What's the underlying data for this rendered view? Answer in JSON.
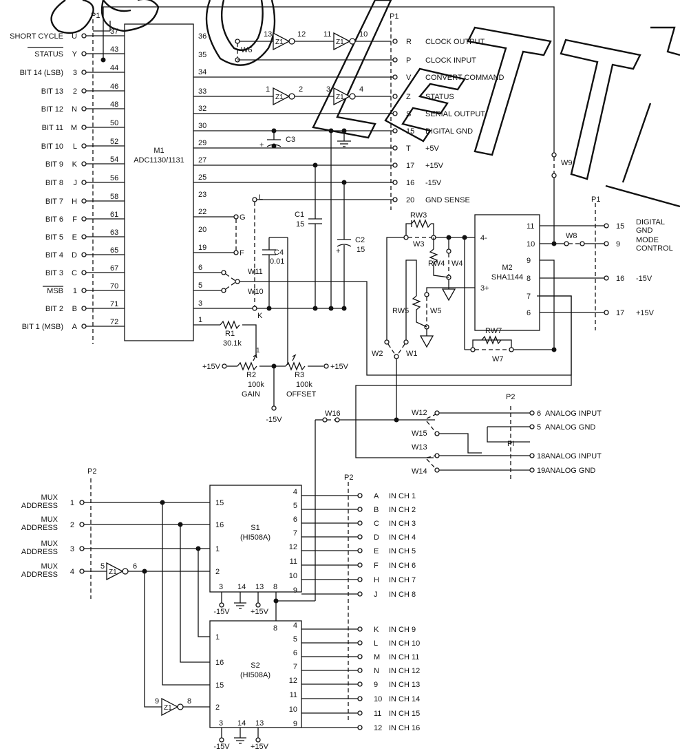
{
  "watermark": "OBSOLETE",
  "connectors": {
    "p1_left": "P1",
    "p1_center": "P1",
    "p1_right": "P1",
    "p2_top": "P2",
    "p1_lower": "PI",
    "p2_left": "P2",
    "p2_mid": "P2"
  },
  "m1": {
    "name": "M1",
    "part": "ADC1130/1131",
    "left_signals": [
      {
        "label": "SHORT CYCLE",
        "pin": "U",
        "m1pin": "37"
      },
      {
        "label": "STATUS",
        "pin": "Y",
        "m1pin": "43"
      },
      {
        "label": "BIT 14 (LSB)",
        "pin": "3",
        "m1pin": "44"
      },
      {
        "label": "BIT 13",
        "pin": "2",
        "m1pin": "46"
      },
      {
        "label": "BIT 12",
        "pin": "N",
        "m1pin": "48"
      },
      {
        "label": "BIT 11",
        "pin": "M",
        "m1pin": "50"
      },
      {
        "label": "BIT 10",
        "pin": "L",
        "m1pin": "52"
      },
      {
        "label": "BIT  9",
        "pin": "K",
        "m1pin": "54"
      },
      {
        "label": "BIT  8",
        "pin": "J",
        "m1pin": "56"
      },
      {
        "label": "BIT  7",
        "pin": "H",
        "m1pin": "58"
      },
      {
        "label": "BIT  6",
        "pin": "F",
        "m1pin": "61"
      },
      {
        "label": "BIT  5",
        "pin": "E",
        "m1pin": "63"
      },
      {
        "label": "BIT  4",
        "pin": "D",
        "m1pin": "65"
      },
      {
        "label": "BIT  3",
        "pin": "C",
        "m1pin": "67"
      },
      {
        "label": "MSB",
        "pin": "1",
        "m1pin": "70"
      },
      {
        "label": "BIT  2",
        "pin": "B",
        "m1pin": "71"
      },
      {
        "label": "BIT 1  (MSB)",
        "pin": "A",
        "m1pin": "72"
      }
    ],
    "right_pins": [
      "36",
      "35",
      "34",
      "33",
      "32",
      "30",
      "29",
      "27",
      "25",
      "23",
      "22",
      "20",
      "19",
      "6",
      "5",
      "3",
      "1"
    ]
  },
  "p1_outputs": [
    {
      "pin": "R",
      "label": "CLOCK OUTPUT"
    },
    {
      "pin": "P",
      "label": "CLOCK INPUT"
    },
    {
      "pin": "V",
      "label": "CONVERT COMMAND"
    },
    {
      "pin": "Z",
      "label": "STATUS"
    },
    {
      "pin": "S",
      "label": "SERIAL OUTPUT"
    },
    {
      "pin": "15",
      "label": "DIGITAL GND"
    },
    {
      "pin": "T",
      "label": "+5V"
    },
    {
      "pin": "17",
      "label": "+15V"
    },
    {
      "pin": "16",
      "label": "-15V"
    },
    {
      "pin": "20",
      "label": "GND SENSE"
    }
  ],
  "gates": {
    "z1_a_in": "13",
    "z1_a_out": "12",
    "z1_b_in": "11",
    "z1_b_out": "10",
    "z1_c_in": "1",
    "z1_c_out": "2",
    "z1_d_in": "3",
    "z1_d_out": "4",
    "z1_e_in": "5",
    "z1_e_out": "6",
    "z1_f_in": "9",
    "z1_f_out": "8",
    "z1": "Z1"
  },
  "parts": {
    "c3": "C3",
    "c1": "C1",
    "c1v": "15",
    "c2": "C2",
    "c2v": "15",
    "c4": "C4",
    "c4v": "0.01",
    "r1": "R1",
    "r1v": "30.1k",
    "r2": "R2",
    "r2v": "100k",
    "r2n": "GAIN",
    "r3": "R3",
    "r3v": "100k",
    "r3n": "OFFSET",
    "plus15": "+15V",
    "minus15": "-15V",
    "plus": "+"
  },
  "jumpers": {
    "w6": "W6",
    "w11": "W11",
    "w10": "W10",
    "w3": "W3",
    "w4": "W4",
    "w5": "W5",
    "w1": "W1",
    "w2": "W2",
    "w7": "W7",
    "w8": "W8",
    "w9": "W9",
    "w12": "W12",
    "w13": "W13",
    "w14": "W14",
    "w15": "W15",
    "w16": "W16",
    "rw3": "RW3",
    "rw4": "RW4",
    "rw5": "RW5",
    "rw7": "RW7",
    "g": "G",
    "f": "F",
    "l": "L",
    "k": "K"
  },
  "m2": {
    "name": "M2",
    "part": "SHA1144",
    "pins": [
      "11",
      "10",
      "9",
      "8",
      "7",
      "6"
    ],
    "inm": "4-",
    "inp": "3+"
  },
  "p1_right": [
    {
      "pin": "15",
      "label": "DIGITAL",
      "label2": "GND"
    },
    {
      "pin": "9",
      "label": "MODE",
      "label2": "CONTROL"
    },
    {
      "pin": "16",
      "label": "-15V"
    },
    {
      "pin": "17",
      "label": "+15V"
    }
  ],
  "analog": [
    {
      "pin": "6",
      "label": "ANALOG INPUT"
    },
    {
      "pin": "5",
      "label": "ANALOG GND"
    },
    {
      "pin": "18",
      "label": "ANALOG INPUT"
    },
    {
      "pin": "19",
      "label": "ANALOG GND"
    }
  ],
  "mux": [
    {
      "label": "MUX",
      "label2": "ADDRESS",
      "pin": "1"
    },
    {
      "label": "MUX",
      "label2": "ADDRESS",
      "pin": "2"
    },
    {
      "label": "MUX",
      "label2": "ADDRESS",
      "pin": "3"
    },
    {
      "label": "MUX",
      "label2": "ADDRESS",
      "pin": "4"
    }
  ],
  "s1": {
    "name": "S1",
    "part": "(HI508A)",
    "left_pins": [
      "15",
      "16",
      "1",
      "2"
    ],
    "right_pins": [
      "4",
      "5",
      "6",
      "7",
      "12",
      "11",
      "10",
      "9"
    ],
    "bottom": [
      "3",
      "14",
      "13",
      "8"
    ],
    "channels": [
      {
        "pin": "A",
        "label": "IN CH  1"
      },
      {
        "pin": "B",
        "label": "IN CH  2"
      },
      {
        "pin": "C",
        "label": "IN CH  3"
      },
      {
        "pin": "D",
        "label": "IN CH  4"
      },
      {
        "pin": "E",
        "label": "IN CH  5"
      },
      {
        "pin": "F",
        "label": "IN CH  6"
      },
      {
        "pin": "H",
        "label": "IN CH  7"
      },
      {
        "pin": "J",
        "label": "IN CH  8"
      }
    ]
  },
  "s2": {
    "name": "S2",
    "part": "(HI508A)",
    "left_pins": [
      "1",
      "16",
      "15",
      "2"
    ],
    "right_pins": [
      "4",
      "5",
      "6",
      "7",
      "12",
      "11",
      "10",
      "9"
    ],
    "bottom": [
      "3",
      "14",
      "13"
    ],
    "top": "8",
    "channels": [
      {
        "pin": "K",
        "label": "IN CH  9"
      },
      {
        "pin": "L",
        "label": "IN CH 10"
      },
      {
        "pin": "M",
        "label": "IN CH 11"
      },
      {
        "pin": "N",
        "label": "IN CH 12"
      },
      {
        "pin": "9",
        "label": "IN CH 13"
      },
      {
        "pin": "10",
        "label": "IN CH 14"
      },
      {
        "pin": "11",
        "label": "IN CH 15"
      },
      {
        "pin": "12",
        "label": "IN CH 16"
      }
    ]
  }
}
